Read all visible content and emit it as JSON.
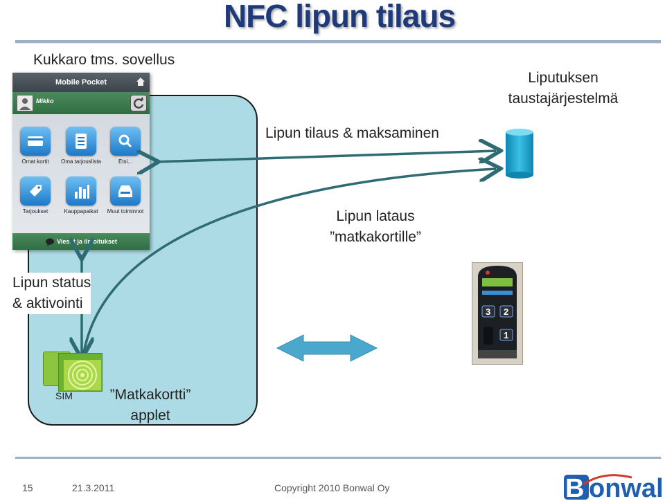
{
  "title": "NFC lipun tilaus",
  "labels": {
    "wallet": "Kukkaro tms. sovellus",
    "backend_line1": "Liputuksen",
    "backend_line2": "taustajärjestelmä",
    "order": "Lipun tilaus & maksaminen",
    "download_line1": "Lipun lataus",
    "download_line2": "”matkakortille”",
    "status_line1": "Lipun status",
    "status_line2": "& aktivointi",
    "sim": "SIM",
    "applet_line1": "”Matkakortti”",
    "applet_line2": "applet"
  },
  "app": {
    "header": "Mobile Pocket",
    "user": "Mikko",
    "tiles": [
      {
        "label": "Omat kortit",
        "icon": "card-icon"
      },
      {
        "label": "Oma tarjouslista",
        "icon": "list-icon"
      },
      {
        "label": "Etsi...",
        "icon": "search-icon"
      },
      {
        "label": "Tarjoukset",
        "icon": "tag-icon"
      },
      {
        "label": "Kauppapaikat",
        "icon": "chart-icon"
      },
      {
        "label": "Muut toiminnot",
        "icon": "tray-icon"
      }
    ],
    "footer": "Viestit ja ilmoitukset"
  },
  "reader": {
    "keys": [
      "3",
      "2",
      "1"
    ]
  },
  "footer": {
    "page": "15",
    "date": "21.3.2011",
    "copyright": "Copyright 2010 Bonwal Oy",
    "logo": "Bonwal"
  },
  "colors": {
    "title": "#1f3a7a",
    "phone": "#addbe5",
    "arrow": "#2e6b73",
    "double_arrow": "#4aa8cc"
  }
}
